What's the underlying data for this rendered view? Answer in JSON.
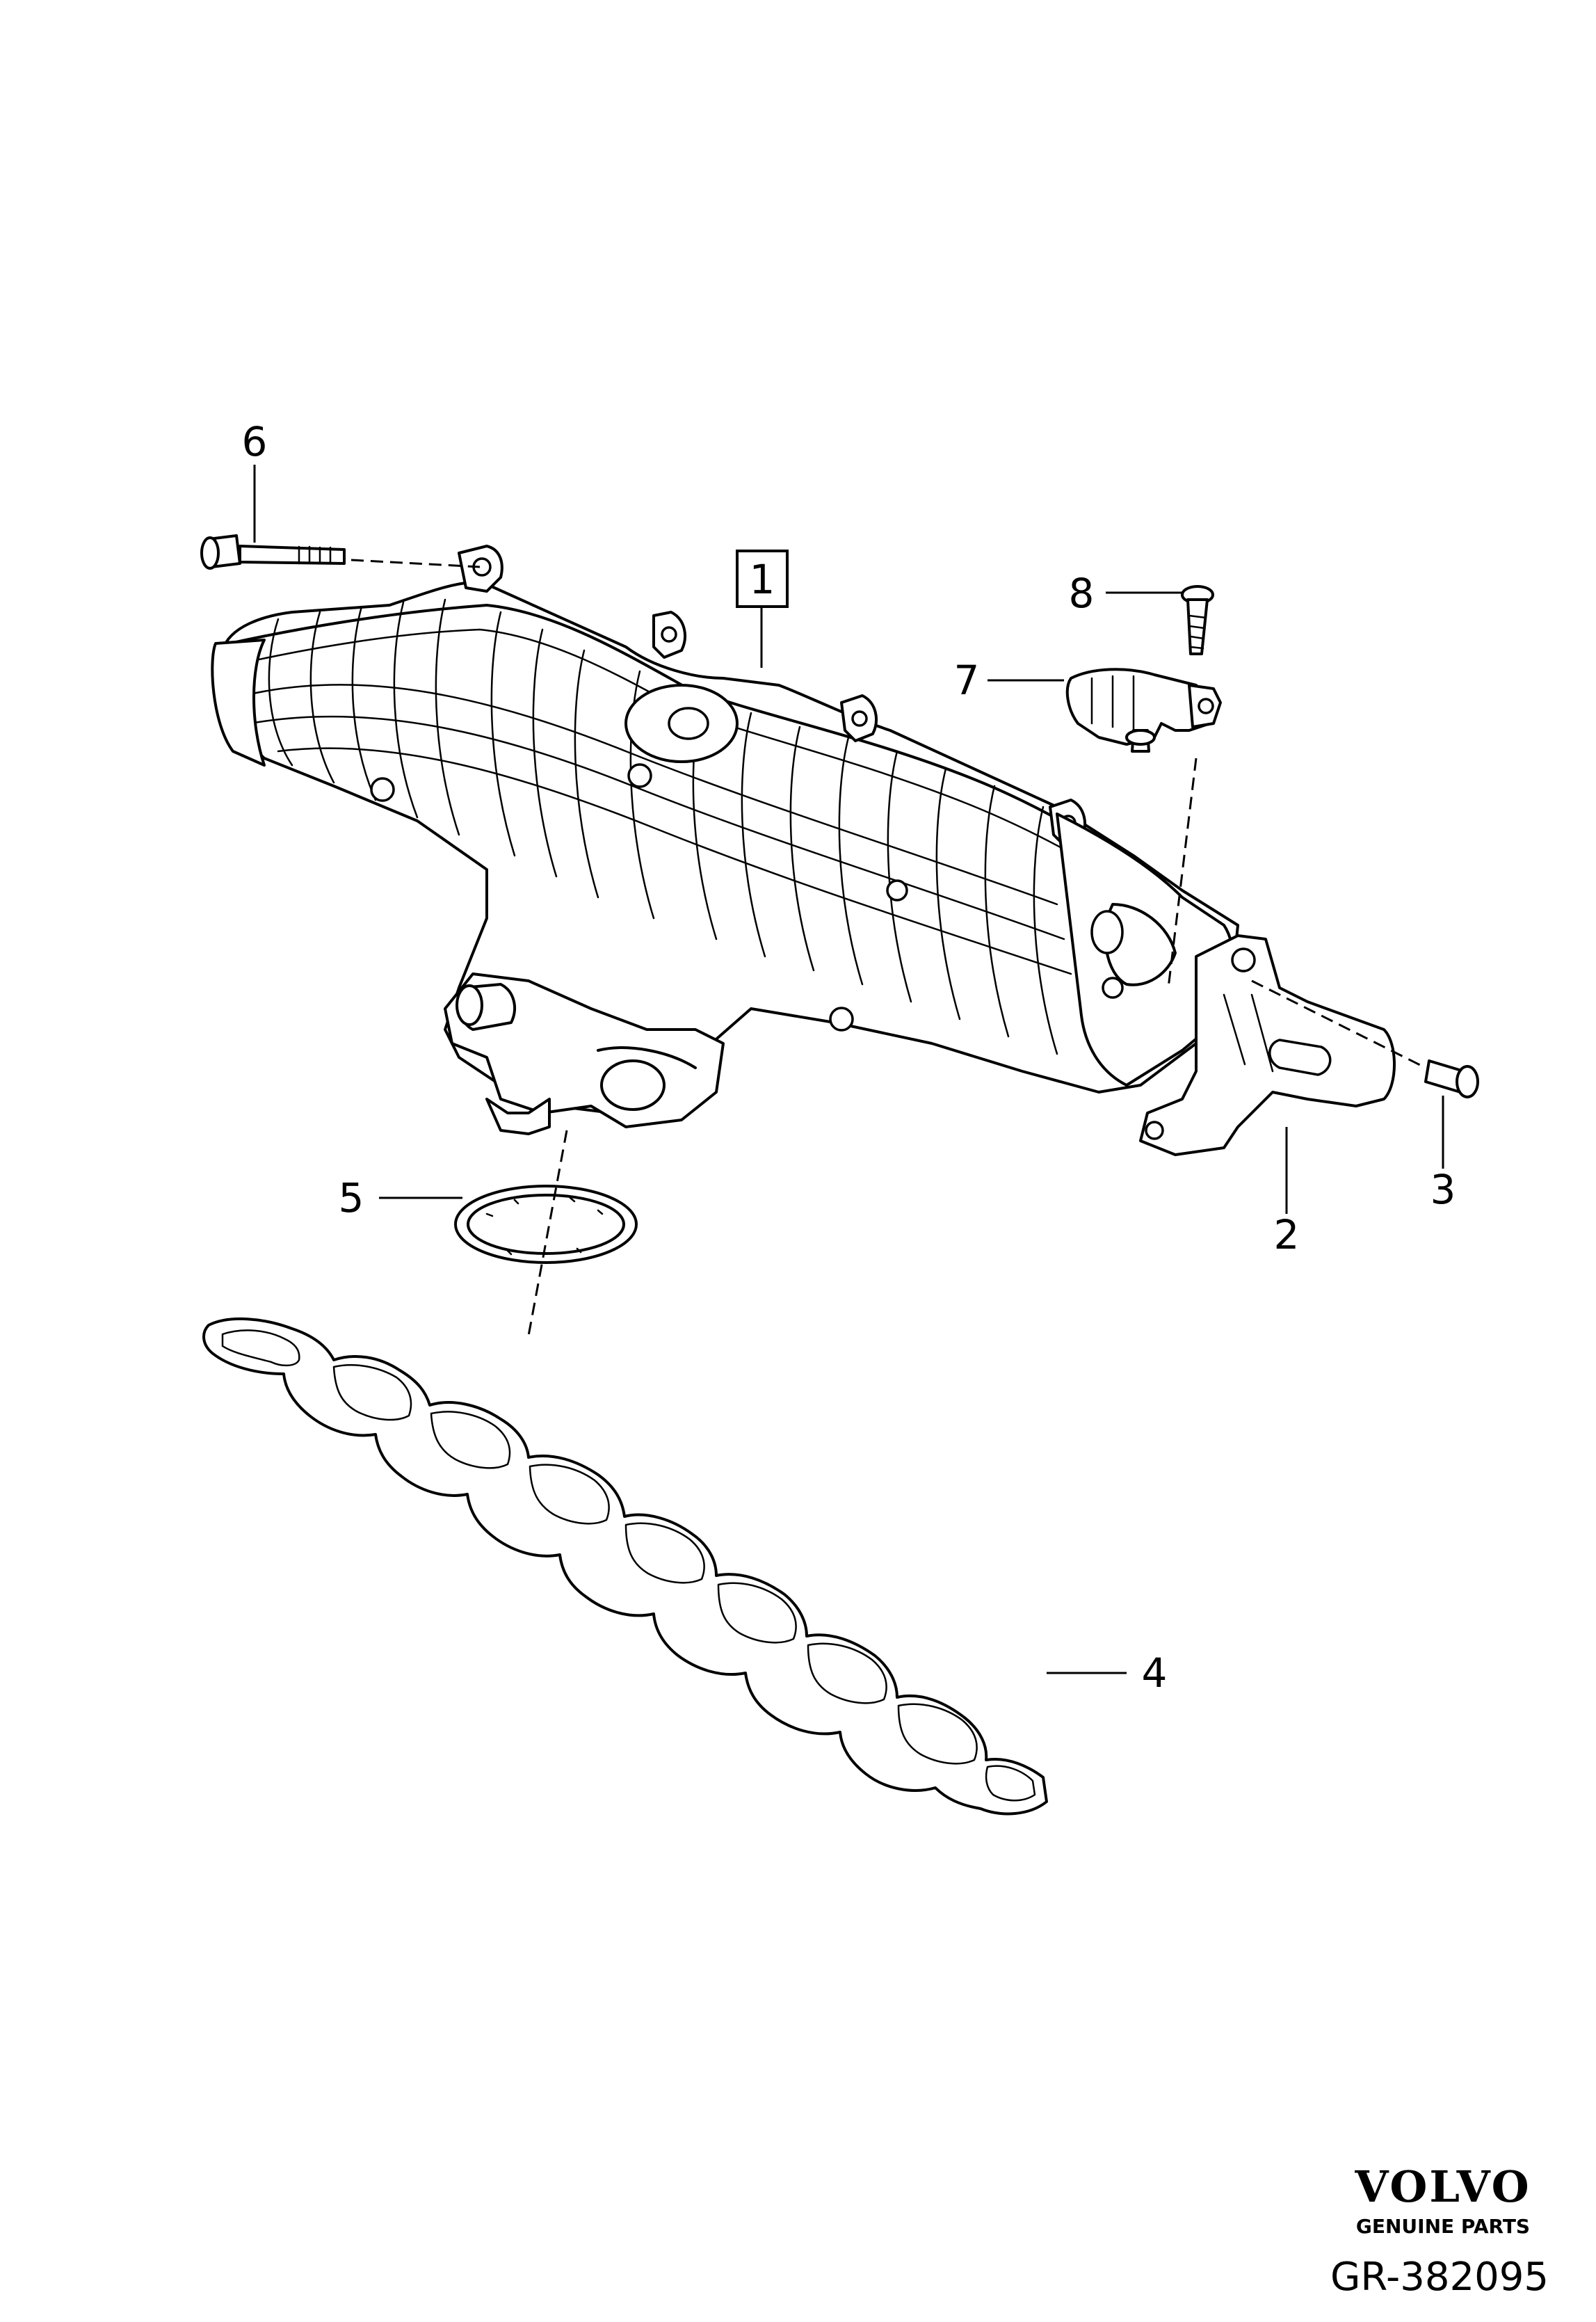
{
  "callouts": {
    "c1": "1",
    "c2": "2",
    "c3": "3",
    "c4": "4",
    "c5": "5",
    "c6": "6",
    "c7": "7",
    "c8": "8"
  },
  "brand": {
    "logo": "VOLVO",
    "tagline": "GENUINE PARTS",
    "diagram_code": "GR-382095"
  }
}
